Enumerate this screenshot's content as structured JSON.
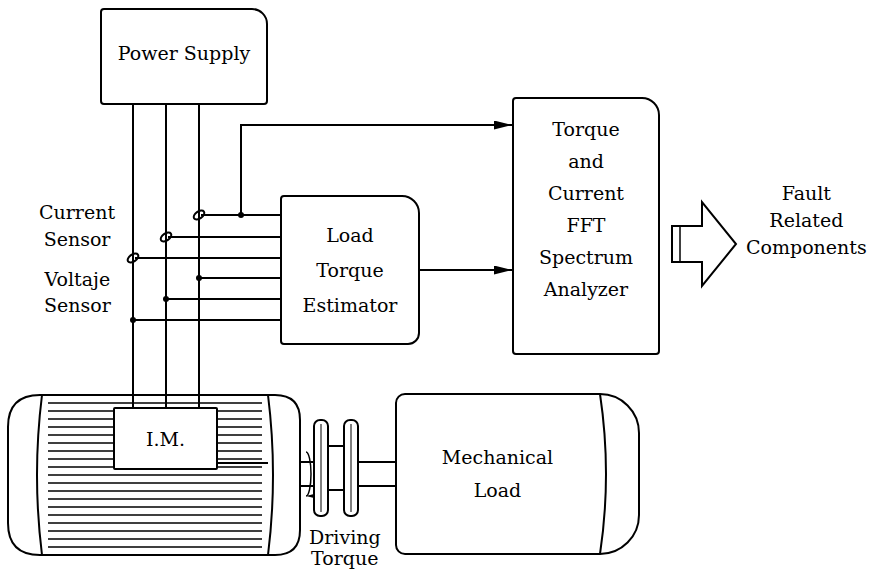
{
  "diagram": {
    "nodes": [
      {
        "text": [
          "Power Supply"
        ]
      },
      {
        "text": [
          "Torque and Current FFT Spectrum Analyzer"
        ]
      },
      {
        "text": [
          "Load Torque Estimator"
        ]
      },
      {
        "text": [
          "I.M."
        ]
      },
      {
        "text": [
          "Mechanical Load"
        ]
      }
    ],
    "edges": [
      {
        "from": 0,
        "to": 3,
        "arrow": "none"
      },
      {
        "from": 0,
        "to": 3,
        "arrow": "none"
      },
      {
        "from": 0,
        "to": 3,
        "arrow": "none"
      },
      {
        "from": 2,
        "to": 1,
        "arrow": "to"
      }
    ],
    "labels": [
      "Current Sensor",
      "Voltaje Sensor",
      "Fault Related Components",
      "Driving Torque"
    ]
  }
}
